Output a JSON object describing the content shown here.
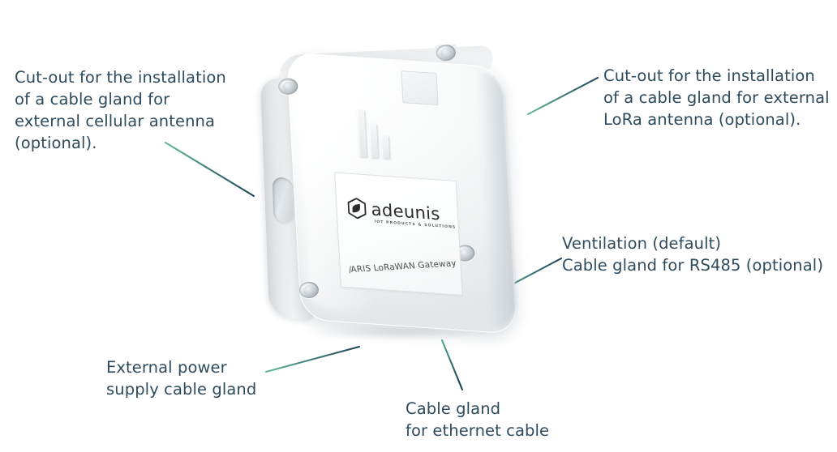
{
  "page": {
    "background_color": "#ffffff",
    "text_color": "#2e4b5e",
    "leader_gradient_start": "#63b89c",
    "leader_gradient_end": "#1f4257"
  },
  "product": {
    "brand": "adeunis",
    "brand_tagline": "IOT PRODUCTS & SOLUTIONS",
    "model_name": "ARIS LoRaWAN Gateway",
    "model_prefix_mark": "/",
    "model_label": "ARIS LoRaWAN Gateway",
    "body_color": "#f2f4f5"
  },
  "annotations": [
    {
      "id": "cellular-antenna-cutout",
      "text": "Cut-out for the installation\nof a cable gland for\nexternal cellular antenna\n(optional).",
      "position": "top-left"
    },
    {
      "id": "lora-antenna-cutout",
      "text": "Cut-out for the installation\nof a cable gland for external\nLoRa antenna (optional).",
      "position": "top-right"
    },
    {
      "id": "ventilation-rs485",
      "text": "Ventilation (default)\nCable gland for RS485 (optional)",
      "position": "middle-right"
    },
    {
      "id": "external-power-gland",
      "text": "External power\nsupply cable gland",
      "position": "bottom-left"
    },
    {
      "id": "ethernet-cable-gland",
      "text": "Cable gland\nfor ethernet cable",
      "position": "bottom-center"
    }
  ]
}
